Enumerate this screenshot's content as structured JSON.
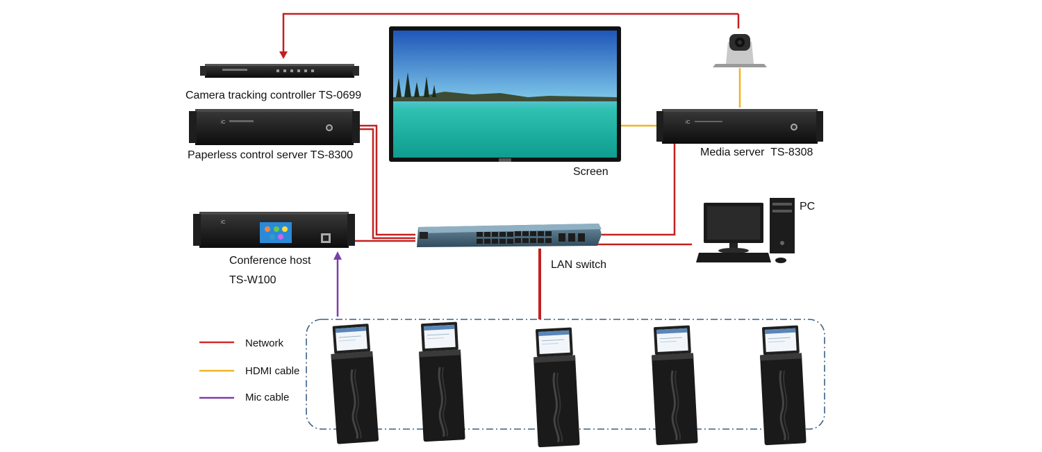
{
  "devices": {
    "camera_controller": "Camera tracking controller TS-0699",
    "paperless_server": "Paperless control server TS-8300",
    "screen": "Screen",
    "media_server": "Media server  TS-8308",
    "pc": "PC",
    "conference_host_line1": "Conference host",
    "conference_host_line2": "TS-W100",
    "lan_switch": "LAN switch"
  },
  "legend": {
    "items": [
      {
        "label": "Network",
        "color": "#d42a2a"
      },
      {
        "label": "HDMI cable",
        "color": "#f0b41e"
      },
      {
        "label": "Mic cable",
        "color": "#7a3fa8"
      }
    ]
  },
  "colors": {
    "network": "#c42020",
    "hdmi": "#f0b41e",
    "mic": "#7a3fa8",
    "group_border": "#3a5f80"
  },
  "terminals": {
    "count": 5,
    "icon": "lift-monitor-icon"
  }
}
